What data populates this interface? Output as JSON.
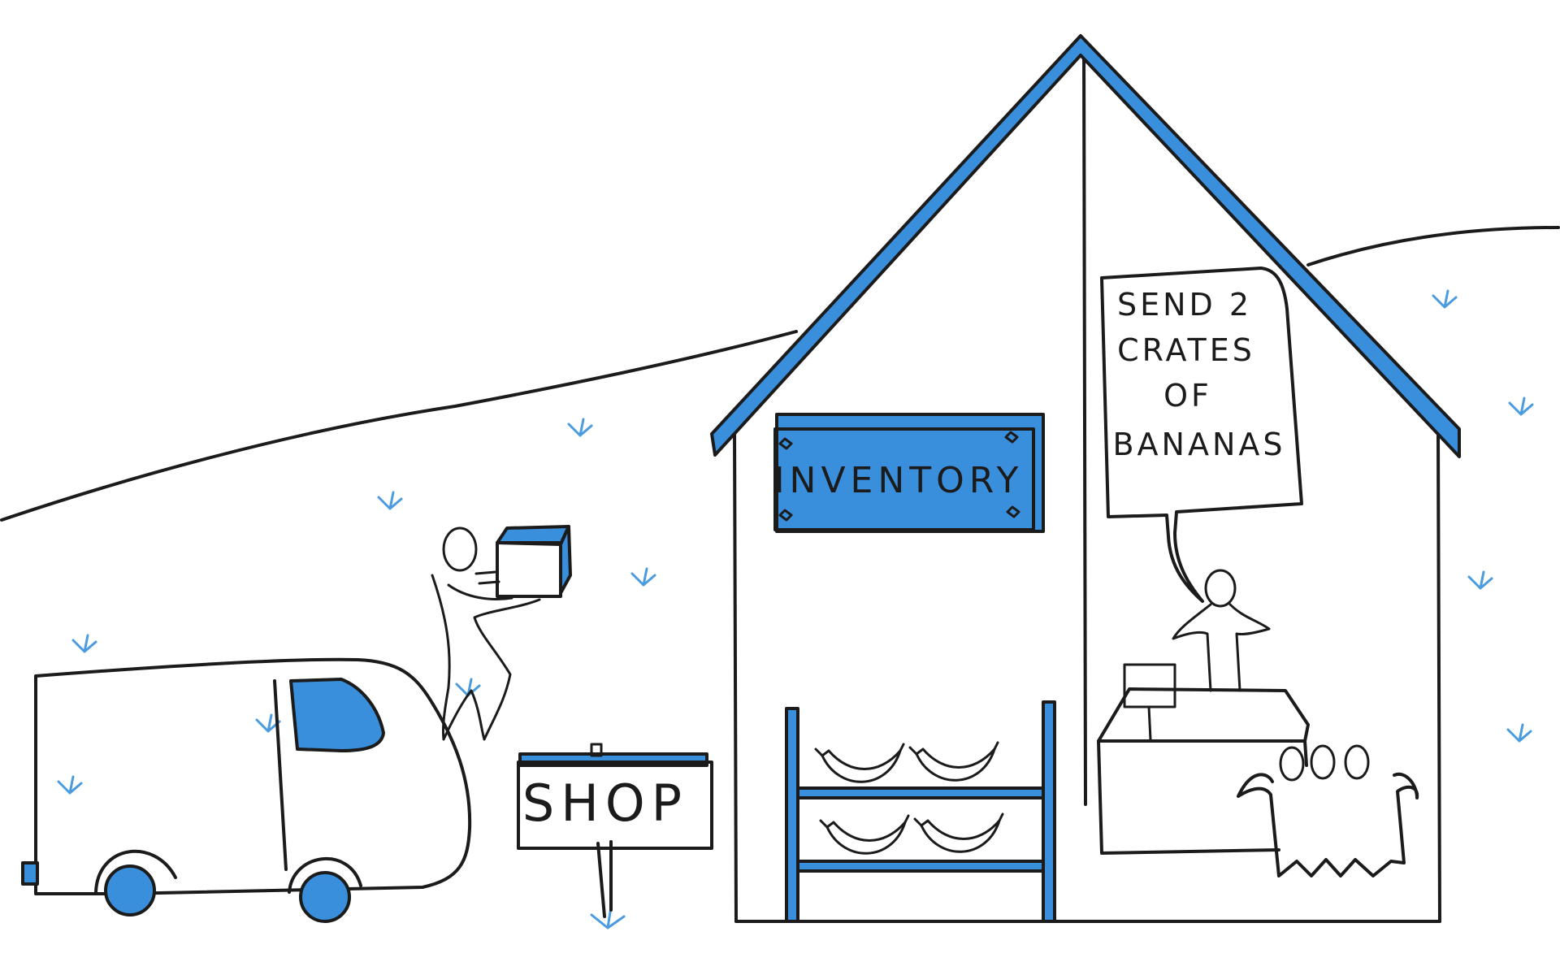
{
  "colors": {
    "ink": "#1b1b1b",
    "accent_blue": "#3a8fdc",
    "grass_blue": "#4a9be0",
    "banana_yellow": "#f2e24e",
    "banana_outline": "#1b1b1b",
    "background": "#ffffff"
  },
  "signs": {
    "inventory": "INVENTORY",
    "shop": "SHOP"
  },
  "speech_bubble": {
    "line1": "SEND 2",
    "line2": "CRATES",
    "line3": "OF",
    "line4": "BANANAS"
  },
  "icons": {
    "van": "van-icon",
    "person_carrying_box": "person-icon",
    "shopkeeper": "person-icon",
    "customer_crowd": "crowd-icon",
    "banana": "banana-icon",
    "grass": "grass-icon",
    "cash_register": "register-icon"
  }
}
